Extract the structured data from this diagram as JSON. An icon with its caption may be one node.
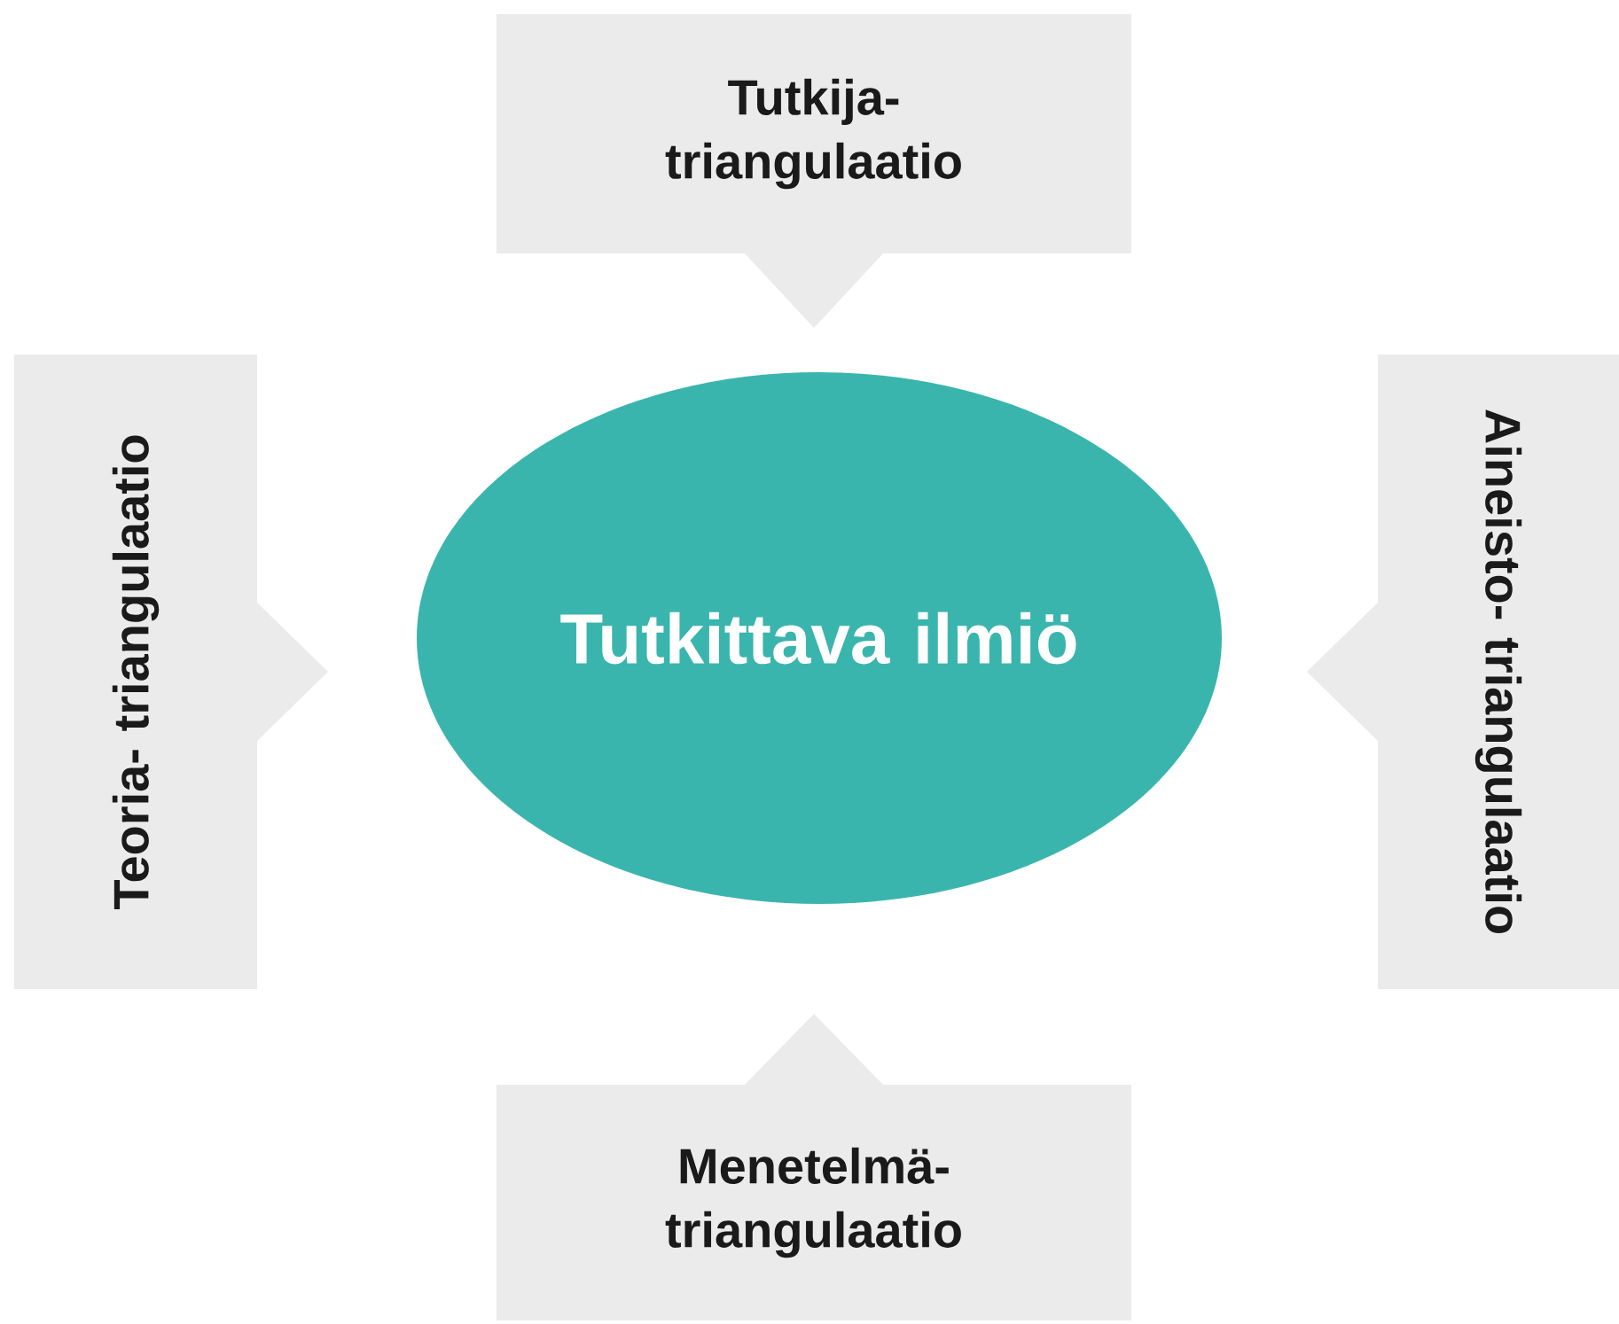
{
  "diagram": {
    "nodes": [
      {
        "text": [
          "Tutkija- triangulaatio"
        ]
      },
      {
        "text": [
          "Teoria- triangulaatio"
        ]
      },
      {
        "text": [
          "Tutkittava ilmiö"
        ]
      },
      {
        "text": [
          "Aineisto- triangulaatio"
        ]
      },
      {
        "text": [
          "Menetelmä- triangulaatio"
        ]
      }
    ]
  }
}
